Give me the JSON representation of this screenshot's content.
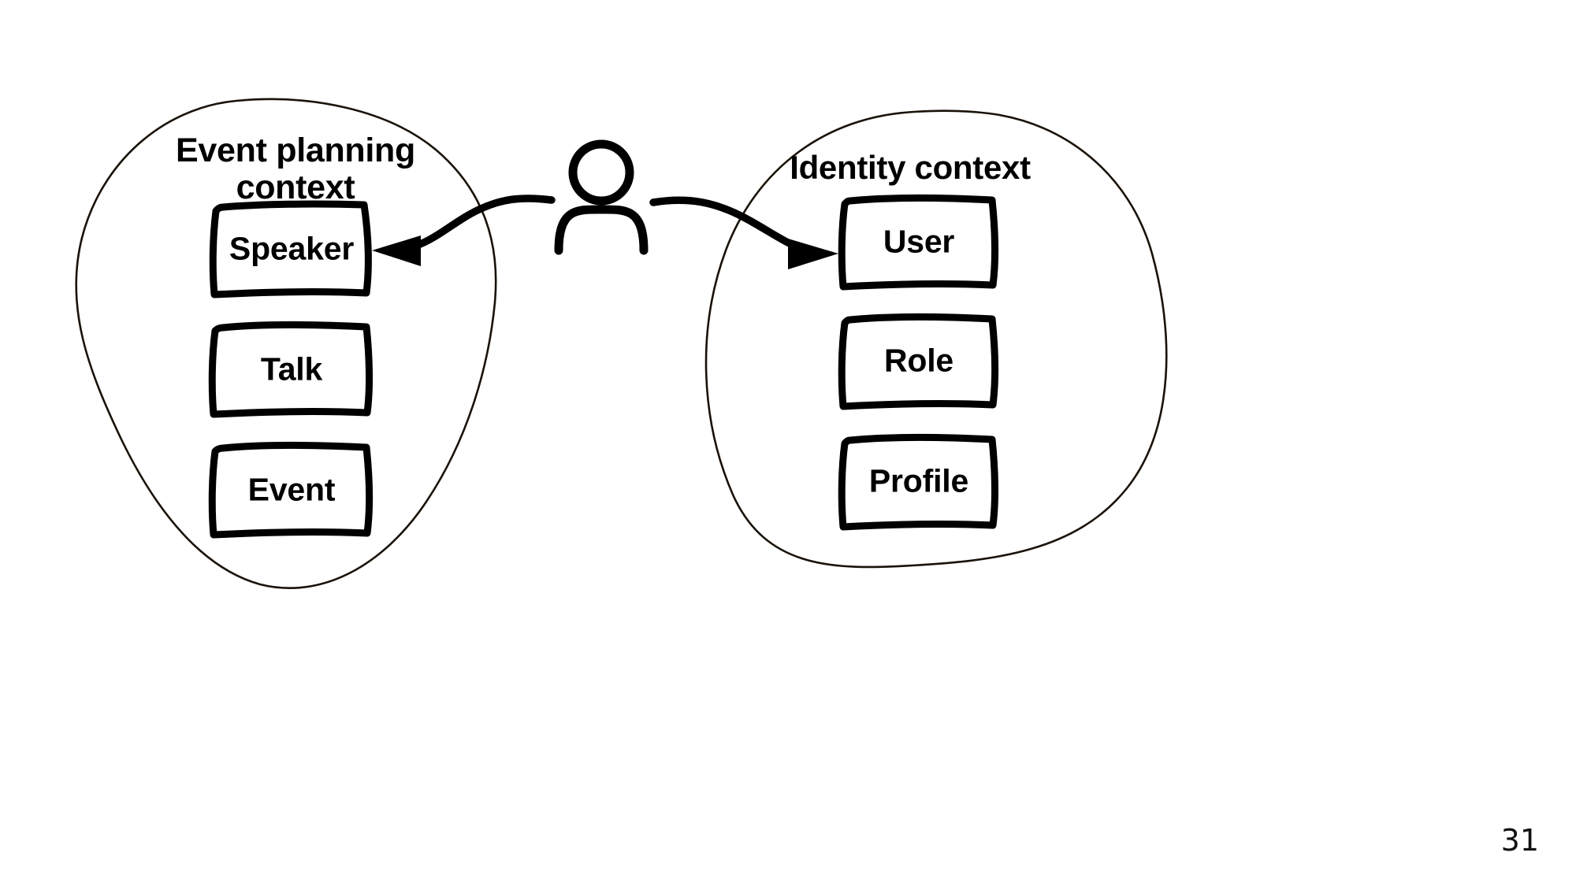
{
  "slide": {
    "page_number": "31",
    "background_color": "#ffffff",
    "ink_color": "#000000"
  },
  "actor": {
    "icon": "person-icon",
    "label": ""
  },
  "contexts": [
    {
      "id": "event-planning",
      "title": "Event planning\ncontext",
      "title_line1": "Event planning",
      "title_line2": "context",
      "entities": [
        {
          "id": "speaker",
          "label": "Speaker"
        },
        {
          "id": "talk",
          "label": "Talk"
        },
        {
          "id": "event",
          "label": "Event"
        }
      ]
    },
    {
      "id": "identity",
      "title": "Identity context",
      "title_line1": "Identity context",
      "title_line2": "",
      "entities": [
        {
          "id": "user",
          "label": "User"
        },
        {
          "id": "role",
          "label": "Role"
        },
        {
          "id": "profile",
          "label": "Profile"
        }
      ]
    }
  ],
  "connections": [
    {
      "id": "actor-to-speaker",
      "from": "actor",
      "to": "speaker",
      "direction": "left",
      "style": "curved-arrow"
    },
    {
      "id": "actor-to-user",
      "from": "actor",
      "to": "user",
      "direction": "right",
      "style": "curved-arrow"
    }
  ]
}
